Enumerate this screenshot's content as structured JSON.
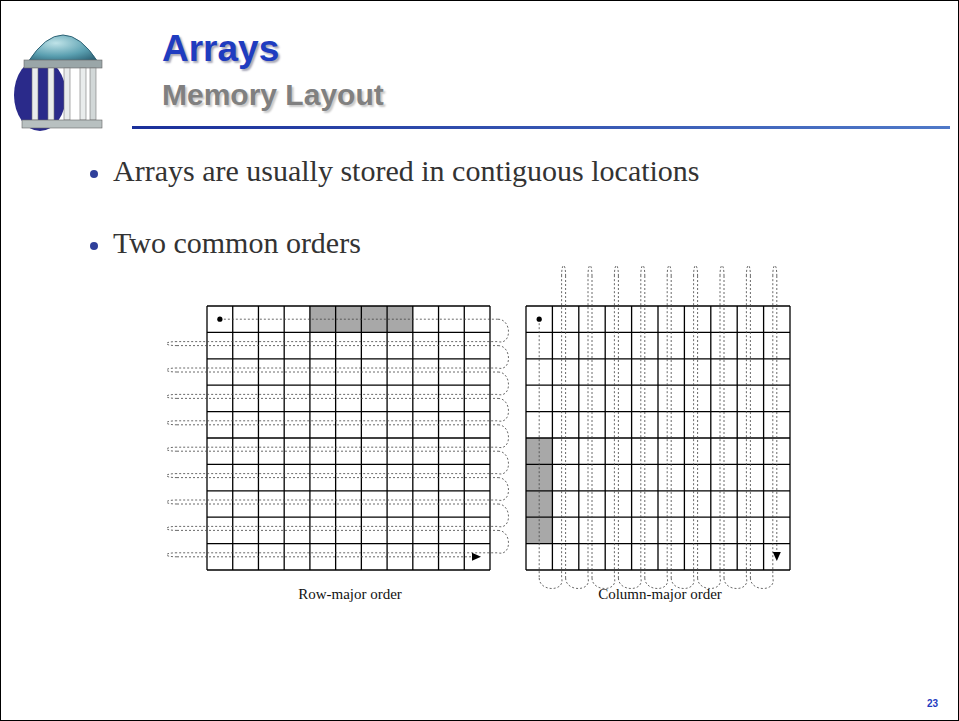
{
  "diagram": {
    "title": "Arrays",
    "nodes": [
      {
        "text": [
          "Row-major order"
        ]
      },
      {
        "text": [
          "Column-major order"
        ]
      }
    ],
    "labels": [
      "Memory Layout",
      "Arrays are usually stored in contiguous locations",
      "Two common orders",
      "23"
    ]
  }
}
